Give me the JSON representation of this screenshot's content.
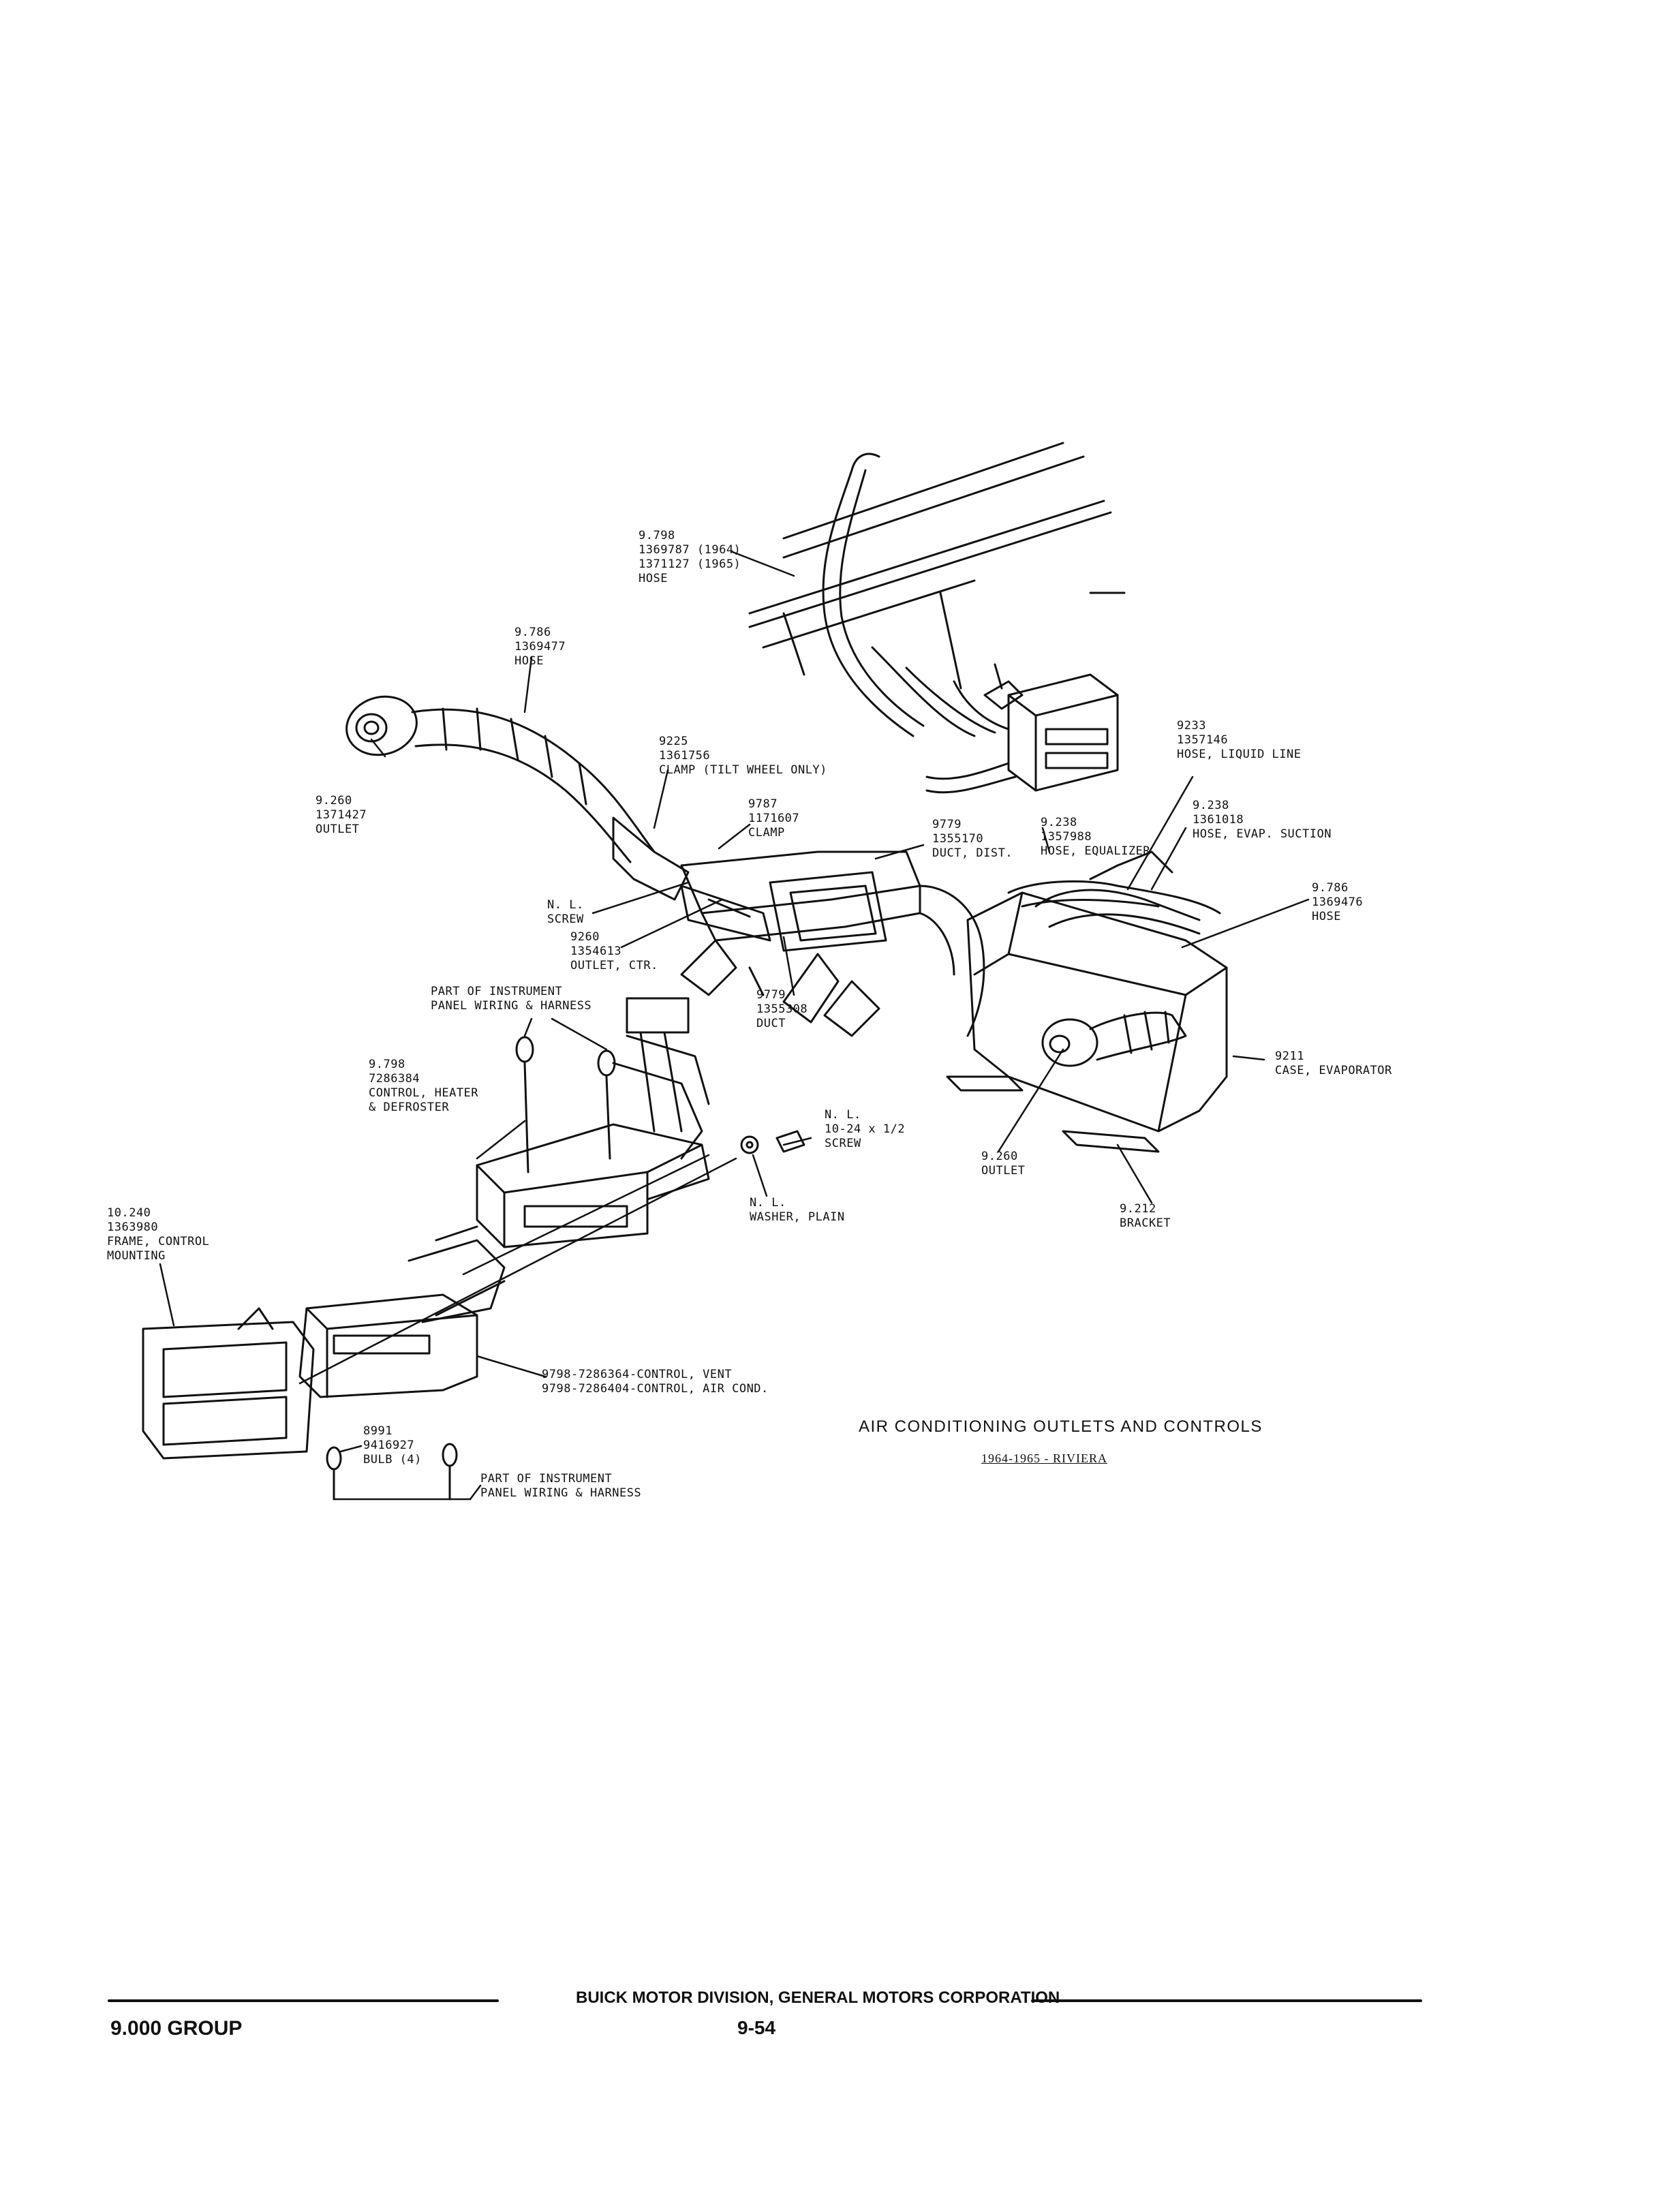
{
  "figure": {
    "title": "AIR CONDITIONING OUTLETS AND CONTROLS",
    "subtitle": "1964-1965 - RIVIERA"
  },
  "callouts": {
    "hose_9798": "9.798\n1369787 (1964)\n1371127 (1965)\nHOSE",
    "hose_9786_left": "9.786\n1369477\nHOSE",
    "outlet_9260_left": "9.260\n1371427\nOUTLET",
    "clamp_9225": "9225\n1361756\nCLAMP (TILT WHEEL ONLY)",
    "clamp_9787": "9787\n1171607\nCLAMP",
    "duct_9779_dist": "9779\n1355170\nDUCT, DIST.",
    "hose_9233": "9233\n1357146\nHOSE, LIQUID LINE",
    "hose_9238_equalizer": "9.238\n1357988\nHOSE, EQUALIZER",
    "hose_9238_suction": "9.238\n1361018\nHOSE, EVAP. SUCTION",
    "hose_9786_right": "9.786\n1369476\nHOSE",
    "screw_nl": "N. L.\nSCREW",
    "outlet_ctr": "9260\n1354613\nOUTLET, CTR.",
    "duct_9779": "9779\n1355308\nDUCT",
    "case_evaporator": "9211\nCASE, EVAPORATOR",
    "wiring_harness_top": "PART OF INSTRUMENT\nPANEL WIRING & HARNESS",
    "control_heater": "9.798\n7286384\nCONTROL, HEATER\n& DEFROSTER",
    "screw_10_24": "N. L.\n10-24 x 1/2\nSCREW",
    "outlet_9260_right": "9.260\nOUTLET",
    "washer": "N. L.\nWASHER, PLAIN",
    "bracket": "9.212\nBRACKET",
    "frame_control": "10.240\n1363980\nFRAME, CONTROL\nMOUNTING",
    "control_vent": "9798-7286364-CONTROL, VENT\n9798-7286404-CONTROL, AIR COND.",
    "bulb": "8991\n9416927\nBULB (4)",
    "wiring_harness_bottom": "PART OF INSTRUMENT\nPANEL WIRING & HARNESS"
  },
  "footer": {
    "corporation": "BUICK MOTOR DIVISION, GENERAL MOTORS CORPORATION",
    "group": "9.000 GROUP",
    "page": "9-54"
  }
}
